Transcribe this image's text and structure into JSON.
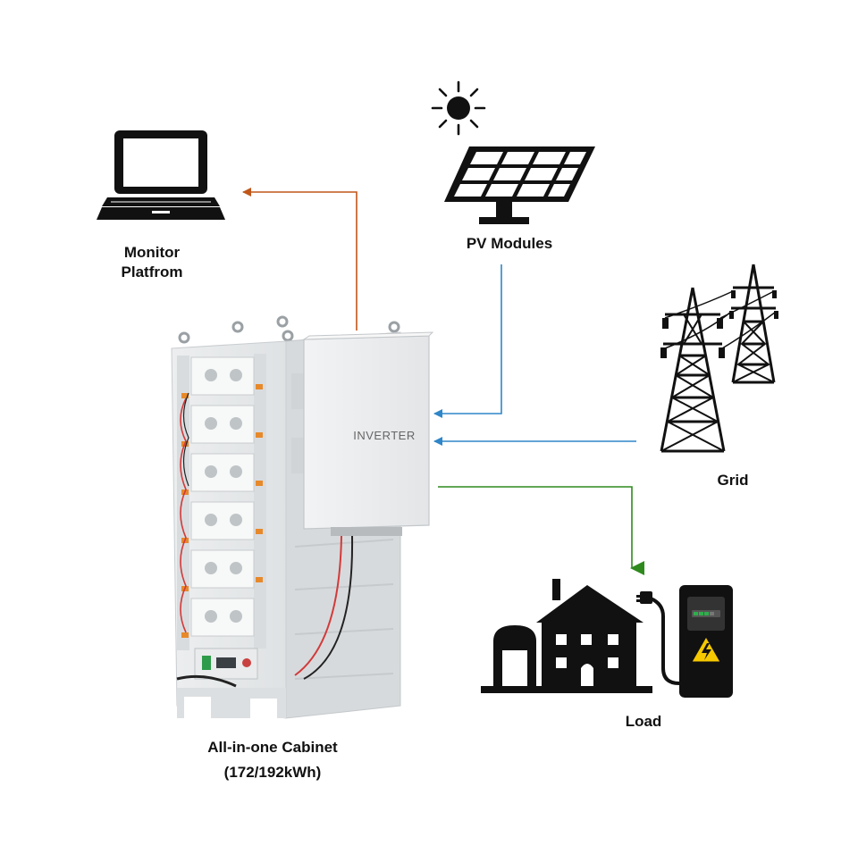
{
  "nodes": {
    "monitor": {
      "line1": "Monitor",
      "line2": "Platfrom"
    },
    "pv": {
      "label": "PV Modules"
    },
    "grid": {
      "label": "Grid"
    },
    "load": {
      "label": "Load"
    },
    "cabinet": {
      "line1": "All-in-one Cabinet",
      "line2": "(172/192kWh)"
    },
    "inverter": {
      "label": "INVERTER"
    }
  },
  "colors": {
    "monitor_link": "#c0571a",
    "pv_link": "#2f86c8",
    "grid_link": "#2f86c8",
    "load_link": "#2f8a1e",
    "icon": "#111111"
  },
  "icons": [
    "laptop-icon",
    "sun-icon",
    "solar-panel-icon",
    "power-tower-icon",
    "house-icon",
    "ev-charger-icon",
    "battery-cabinet-image"
  ]
}
